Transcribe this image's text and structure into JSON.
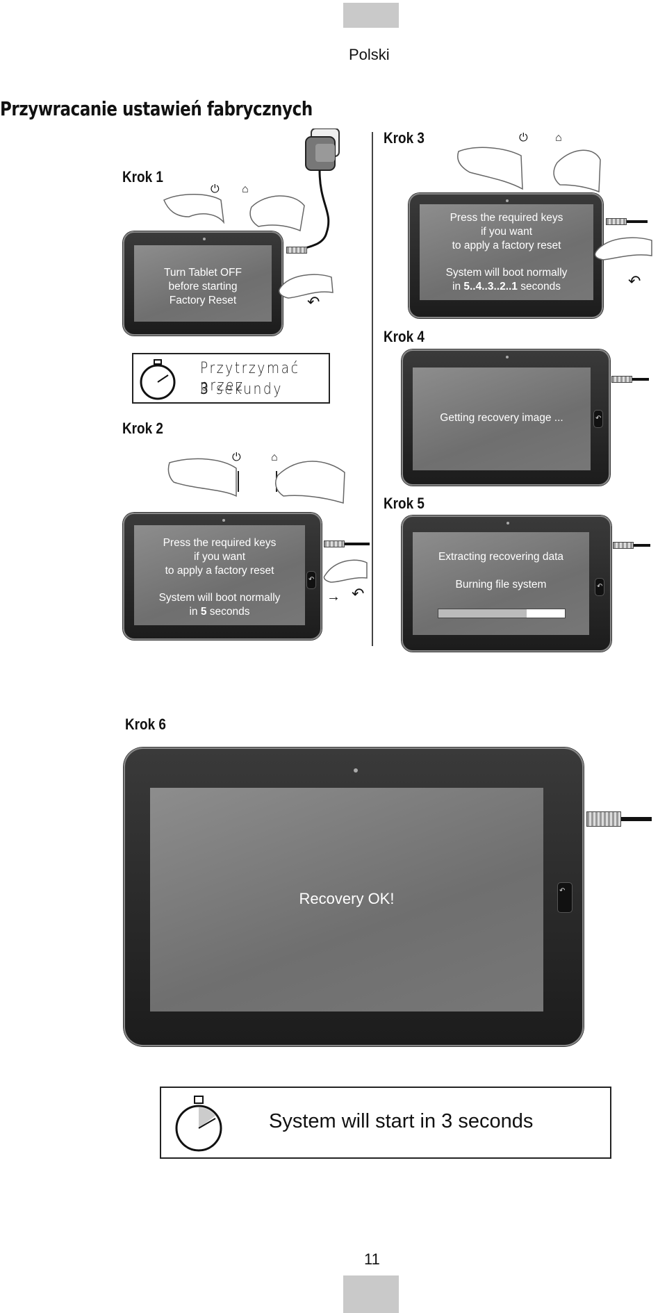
{
  "header": {
    "language": "Polski"
  },
  "title": "Przywracanie ustawień fabrycznych",
  "steps": {
    "s1": "Krok 1",
    "s2": "Krok 2",
    "s3": "Krok 3",
    "s4": "Krok 4",
    "s5": "Krok 5",
    "s6": "Krok 6"
  },
  "screens": {
    "step1": [
      "Turn Tablet OFF",
      "before starting",
      "Factory Reset"
    ],
    "step3": {
      "line1": "Press the required keys",
      "line2": "if you want",
      "line3": "to apply a factory reset",
      "line4": "System will boot normally",
      "line5_prefix": "in ",
      "line5_count": "5..4..3..2..1",
      "line5_suffix": " seconds"
    },
    "step4": "Getting recovery image ...",
    "step2": {
      "line1": "Press the required keys",
      "line2": "if you want",
      "line3": "to apply a factory reset",
      "line4": "System will boot normally",
      "line5_prefix": "in ",
      "line5_count": "5",
      "line5_suffix": " seconds"
    },
    "step5": {
      "line1": "Extracting recovering data",
      "line2": "Burning file system",
      "progress": 0.7
    },
    "step6": "Recovery OK!"
  },
  "hold": {
    "line1": "Przytrzymać przez",
    "line2_num": "3",
    "line2_rest": " sekundy"
  },
  "bottom_notice": "System will start in 3 seconds",
  "page_number": "11",
  "icons": [
    "power-icon",
    "home-icon",
    "back-icon",
    "stopwatch-icon",
    "charger-icon"
  ]
}
